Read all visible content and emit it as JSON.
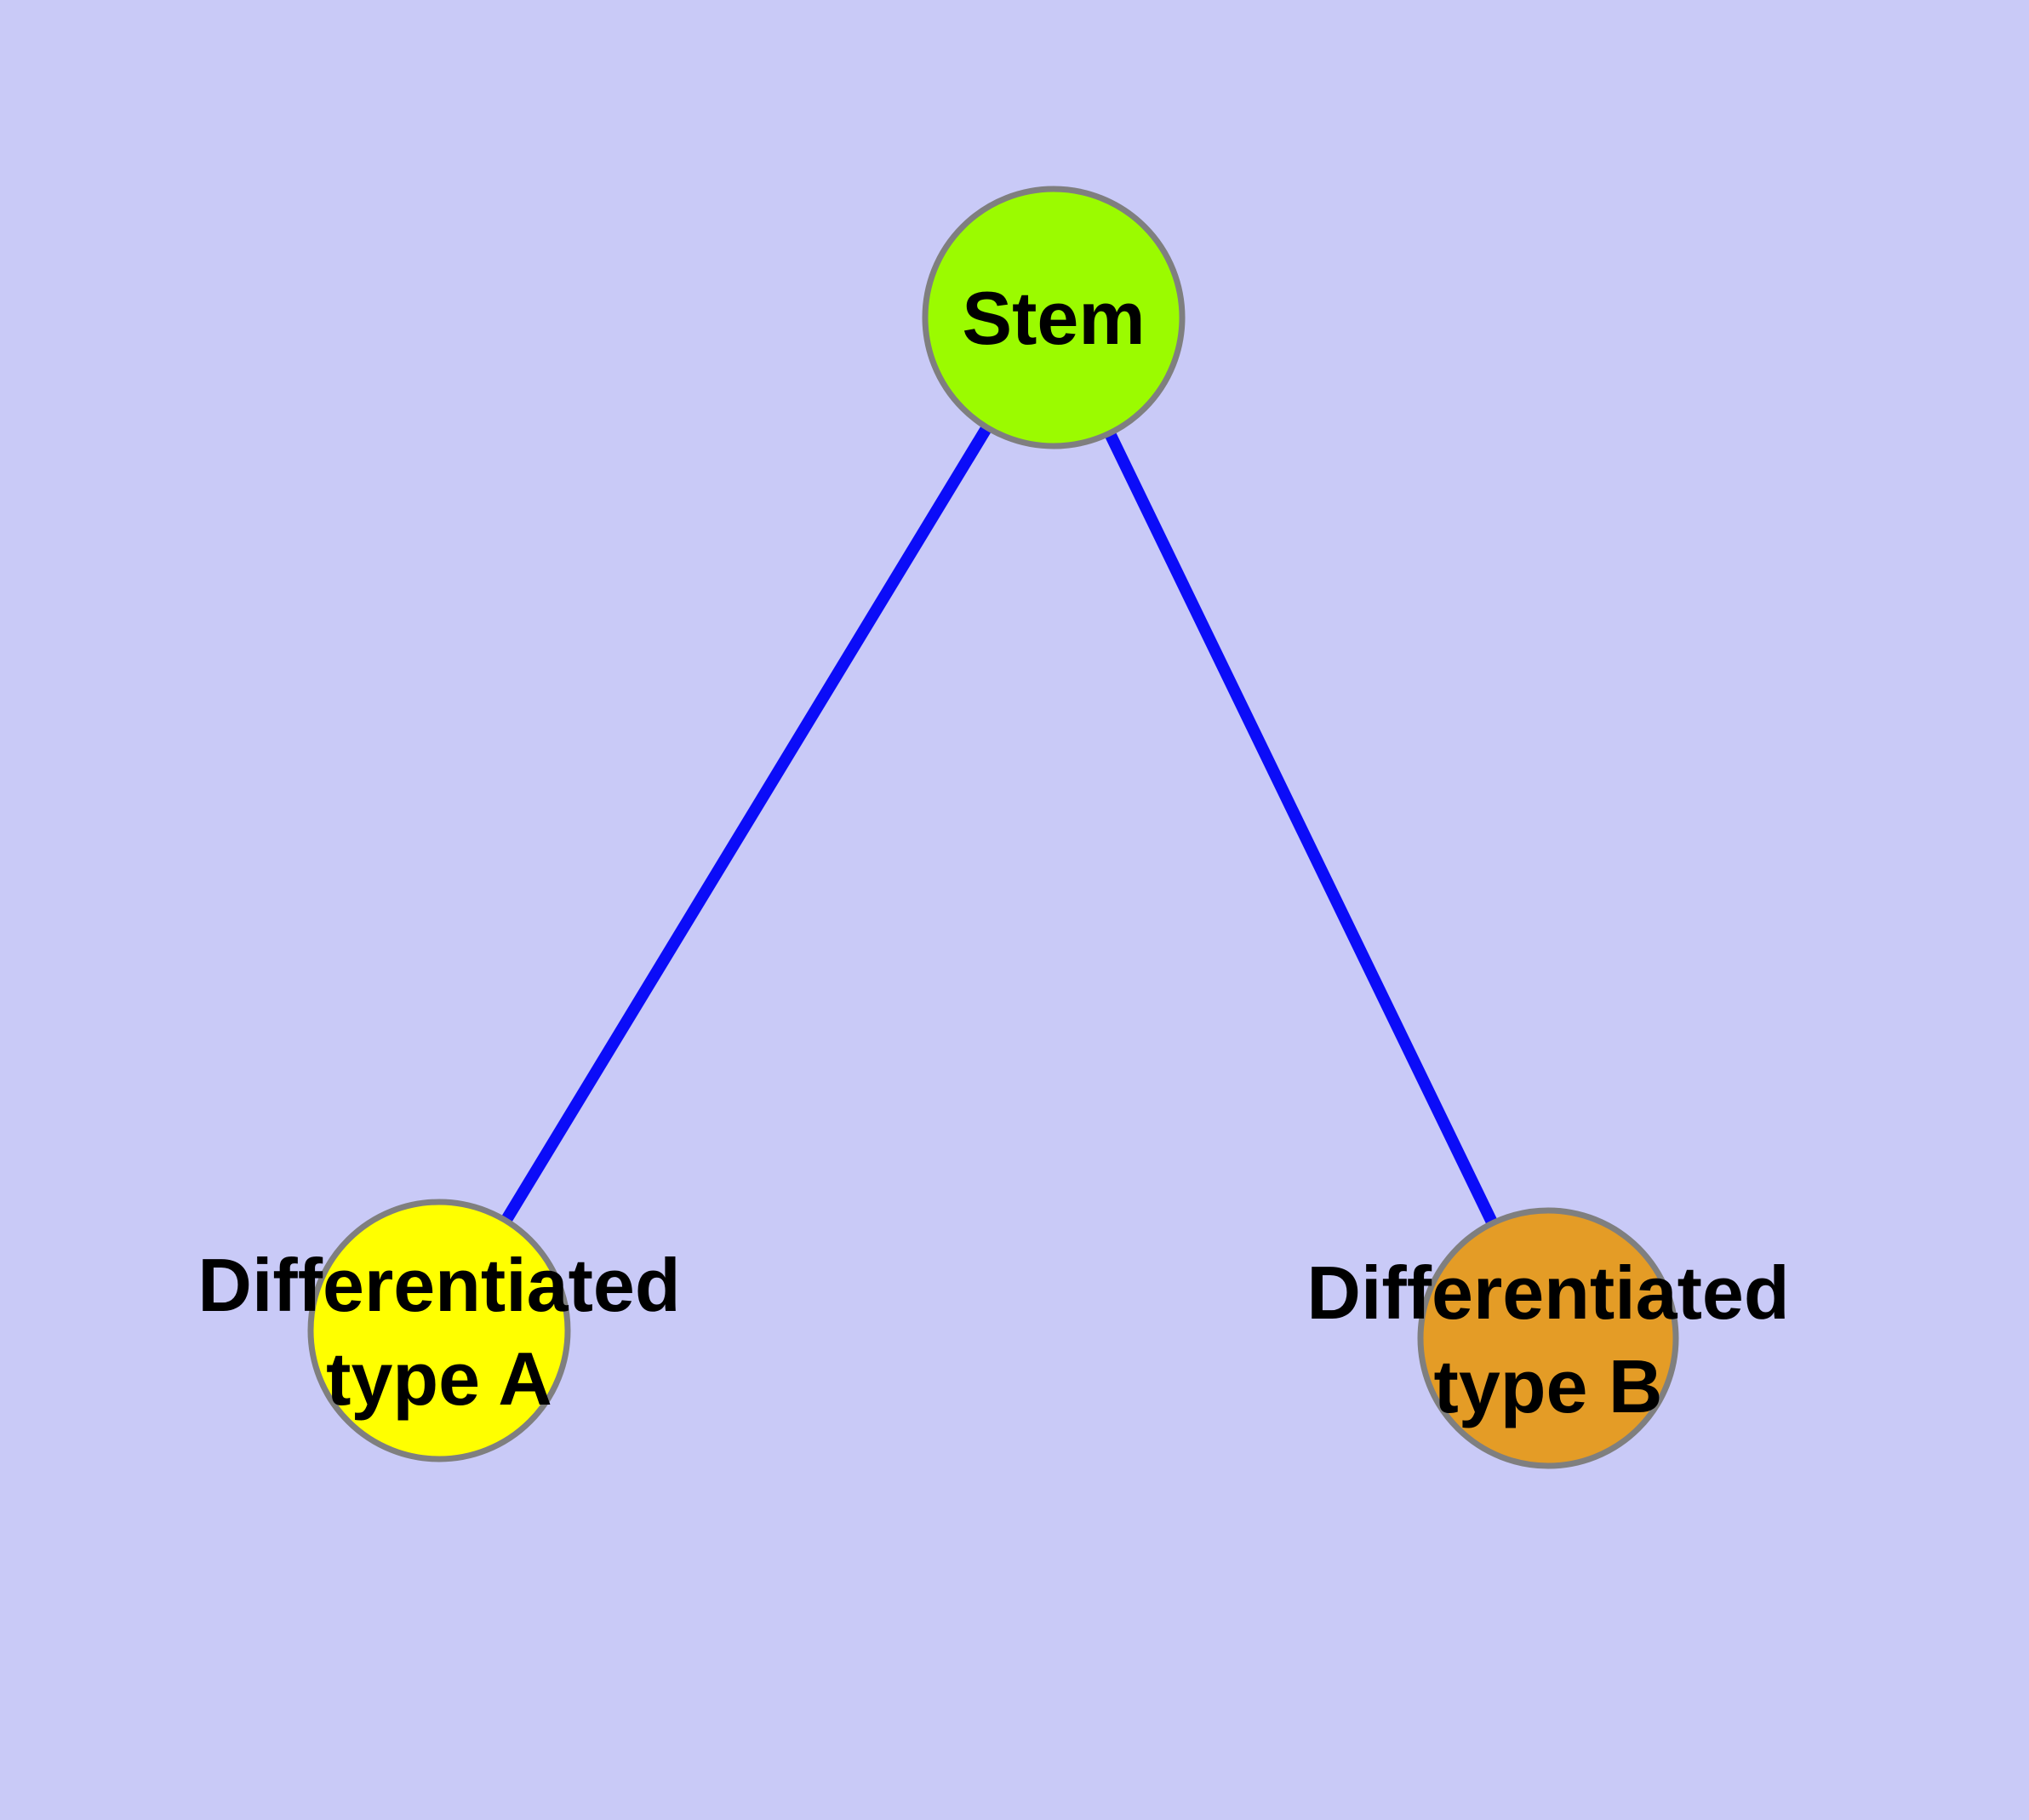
{
  "diagram": {
    "type": "graph",
    "background_color": "#C9CAF7",
    "edge_color": "#0B0CF8",
    "node_border_color": "#7F7F7F",
    "label_color": "#000000",
    "nodes": [
      {
        "id": "stem",
        "label": "Stem",
        "line1": "Stem",
        "fill": "#9BFB00"
      },
      {
        "id": "differentiated-type-a",
        "label": "Differentiated type A",
        "line1": "Differentiated",
        "line2": "type A",
        "fill": "#FFFF00"
      },
      {
        "id": "differentiated-type-b",
        "label": "Differentiated type B",
        "line1": "Differentiated",
        "line2": "type B",
        "fill": "#E49C26"
      }
    ],
    "edges": [
      {
        "from": "stem",
        "to": "differentiated-type-a"
      },
      {
        "from": "stem",
        "to": "differentiated-type-b"
      }
    ]
  }
}
